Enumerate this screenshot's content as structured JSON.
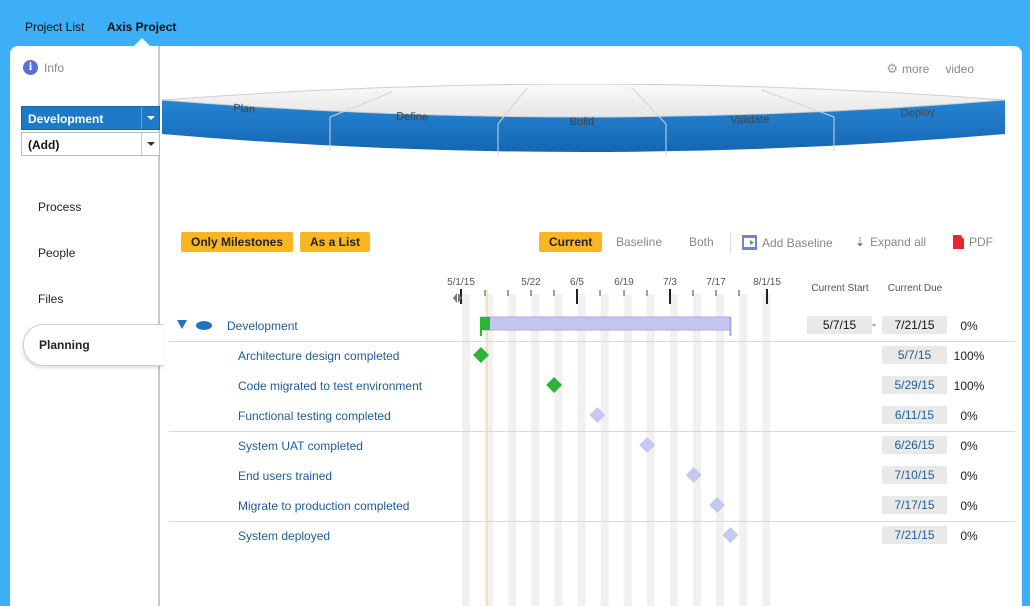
{
  "top_tabs": [
    {
      "label": "Project List",
      "active": false
    },
    {
      "label": "Axis Project",
      "active": true
    }
  ],
  "sidebar": {
    "info_label": "Info",
    "select_primary": "Development",
    "select_secondary": "(Add)",
    "nav": [
      {
        "label": "Process",
        "active": false
      },
      {
        "label": "People",
        "active": false
      },
      {
        "label": "Files",
        "active": false
      },
      {
        "label": "Planning",
        "active": true
      }
    ]
  },
  "top_links": {
    "more": "more",
    "video": "video"
  },
  "phases": [
    "Plan",
    "Define",
    "Build",
    "Validate",
    "Deploy"
  ],
  "toolbar": {
    "only_milestones": "Only Milestones",
    "as_list": "As a List",
    "current": "Current",
    "baseline": "Baseline",
    "both": "Both",
    "add_baseline": "Add Baseline",
    "expand_all": "Expand all",
    "pdf": "PDF"
  },
  "timeline": {
    "tick_labels": [
      "5/1/15",
      "5/22",
      "6/5",
      "6/19",
      "7/3",
      "7/17",
      "8/1/15"
    ],
    "col_current_start": "Current Start",
    "col_current_due": "Current Due"
  },
  "group": {
    "name": "Development",
    "start": "5/7/15",
    "separator": "-",
    "due": "7/21/15",
    "percent": "0%",
    "progress": 0.0
  },
  "milestones": [
    {
      "name": "Architecture design completed",
      "due": "5/7/15",
      "percent": "100%",
      "complete": true
    },
    {
      "name": "Code migrated to test environment",
      "due": "5/29/15",
      "percent": "100%",
      "complete": true
    },
    {
      "name": "Functional testing completed",
      "due": "6/11/15",
      "percent": "0%",
      "complete": false
    },
    {
      "name": "System UAT completed",
      "due": "6/26/15",
      "percent": "0%",
      "complete": false
    },
    {
      "name": "End users trained",
      "due": "7/10/15",
      "percent": "0%",
      "complete": false
    },
    {
      "name": "Migrate to production completed",
      "due": "7/17/15",
      "percent": "0%",
      "complete": false
    },
    {
      "name": "System deployed",
      "due": "7/21/15",
      "percent": "0%",
      "complete": false
    }
  ],
  "colors": {
    "accent_blue": "#1c7ac8",
    "highlight_yellow": "#fbb521",
    "done_green": "#2db33a",
    "pending_lilac": "#c6c8f0",
    "link_blue": "#1f5c99"
  }
}
